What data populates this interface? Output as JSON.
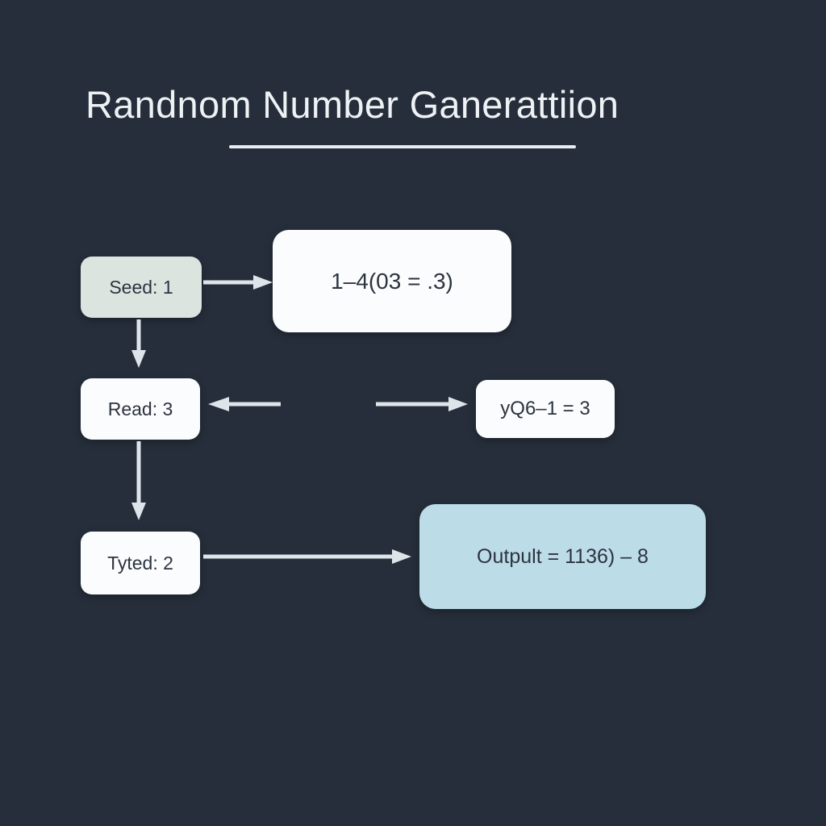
{
  "page": {
    "title": "Randnom Number Ganerattiion",
    "background_color": "#252e3a",
    "title_color": "#eef2f5",
    "node_text_color": "#2c3440",
    "arrow_color": "#dde4ea"
  },
  "diagram": {
    "type": "flowchart",
    "nodes": [
      {
        "id": "seed",
        "label": "Seed: 1",
        "fill": "#dce4e0"
      },
      {
        "id": "formula",
        "label": "1–4(03 = .3)",
        "fill": "#fbfcfd"
      },
      {
        "id": "read",
        "label": "Read: 3",
        "fill": "#fbfcfd"
      },
      {
        "id": "right",
        "label": "yQ6–1 = 3",
        "fill": "#fbfcfd"
      },
      {
        "id": "tyted",
        "label": "Tyted: 2",
        "fill": "#fbfcfd"
      },
      {
        "id": "output",
        "label": "Outpult = 1136) – 8",
        "fill": "#bcdce8"
      }
    ],
    "edges": [
      {
        "id": "seed-formula",
        "from": "seed",
        "to": "formula",
        "direction": "right"
      },
      {
        "id": "seed-read",
        "from": "seed",
        "to": "read",
        "direction": "down"
      },
      {
        "id": "mid-left",
        "from": "",
        "to": "read",
        "direction": "left"
      },
      {
        "id": "mid-right",
        "from": "",
        "to": "right",
        "direction": "right"
      },
      {
        "id": "read-tyted",
        "from": "read",
        "to": "tyted",
        "direction": "down"
      },
      {
        "id": "tyted-output",
        "from": "tyted",
        "to": "output",
        "direction": "right"
      }
    ]
  }
}
